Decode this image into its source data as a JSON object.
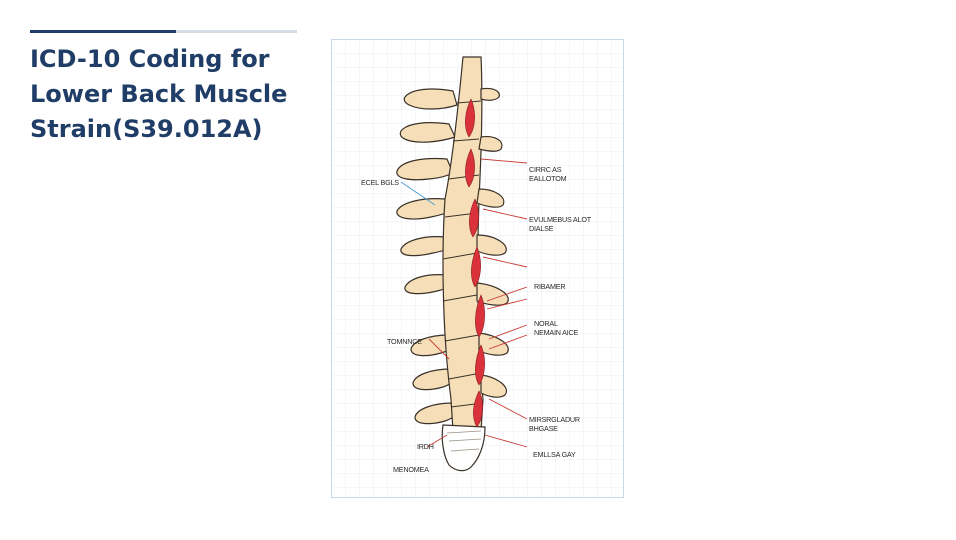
{
  "slide": {
    "title_lines": [
      "ICD-10 Coding for",
      "Lower Back Muscle",
      "Strain(S39.012A)"
    ]
  },
  "diagram": {
    "labels": {
      "left_top": "ECEL BGLS",
      "right_1a": "CIRRC AS",
      "right_1b": "EALLOTOM",
      "right_2a": "EVULMEBUS ALOT",
      "right_2b": "DIALSE",
      "right_3": "RIBAMER",
      "right_4a": "NORAL",
      "right_4b": "NEMAIN AICE",
      "left_mid": "TOMNNCE",
      "right_5a": "MIRSRGLADUR",
      "right_5b": "BHGASE",
      "right_6": "EMLLSA GAY",
      "left_bot_1": "IRDH",
      "left_bot_2": "MENOMEA"
    },
    "colors": {
      "bone": "#f6dfb8",
      "bone_outline": "#3a3128",
      "muscle": "#d9323a",
      "leader": "#c93a35",
      "leader_alt": "#4a9ad4",
      "grid": "#c9d8e8"
    }
  }
}
